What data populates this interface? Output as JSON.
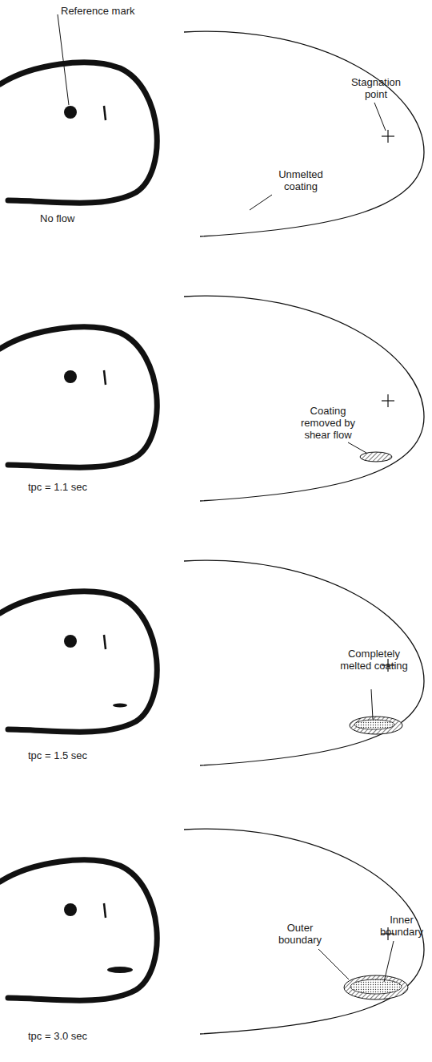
{
  "diagram": {
    "labels": [
      "Reference mark",
      "No flow",
      "Stagnation point",
      "Unmelted coating",
      "tpc = 1.1 sec",
      "Coating removed by shear flow",
      "tpc = 1.5 sec",
      "Completely melted coating",
      "tpc = 3.0 sec",
      "Outer boundary",
      "Inner boundary"
    ]
  }
}
